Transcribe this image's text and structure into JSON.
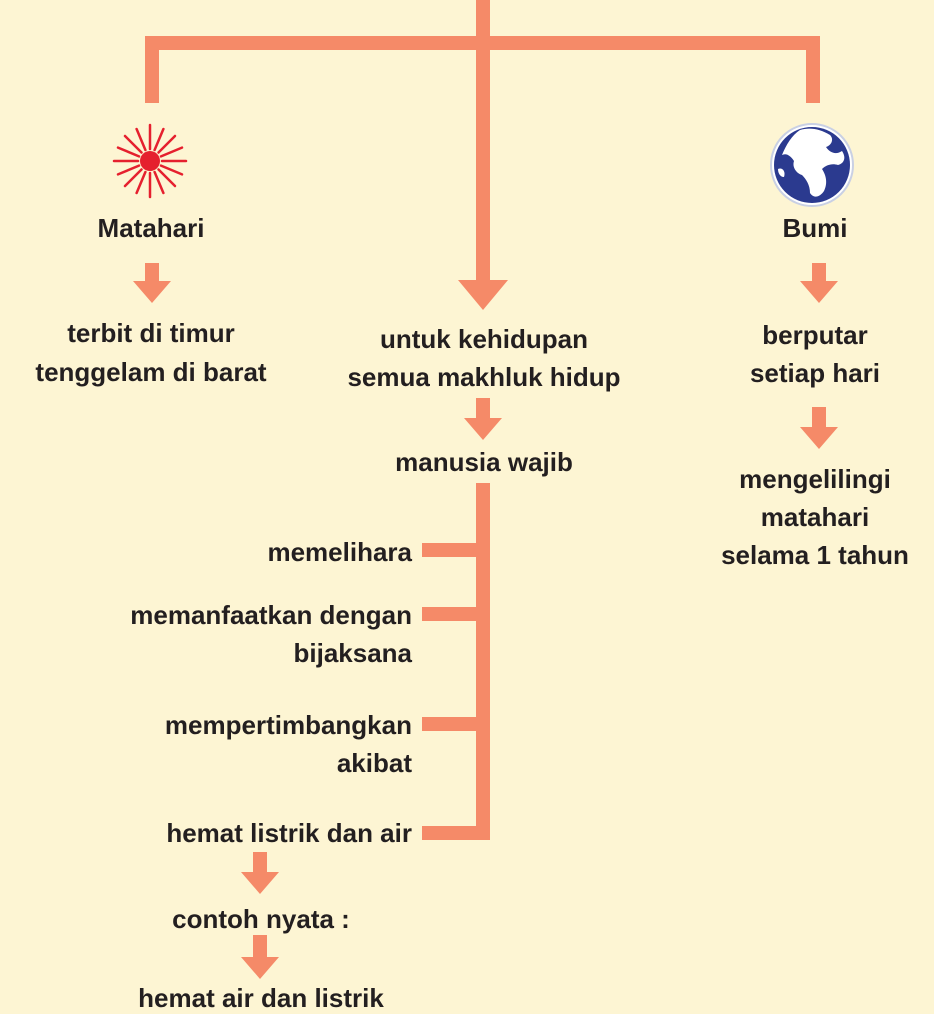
{
  "colors": {
    "background": "#fdf5d3",
    "connector": "#f58a68",
    "text": "#231f20",
    "sun": "#e5202e",
    "earth_ocean": "#2b3a8f",
    "earth_land": "#ffffff"
  },
  "icons": {
    "sun": "sun-icon",
    "earth": "earth-globe-icon"
  },
  "sun_branch": {
    "title": "Matahari",
    "line1": "terbit di timur",
    "line2": "tenggelam di barat"
  },
  "center_branch": {
    "line1": "untuk kehidupan",
    "line2": "semua makhluk hidup",
    "obligation": "manusia wajib",
    "duties": [
      {
        "line1": "memelihara"
      },
      {
        "line1": "memanfaatkan dengan",
        "line2": "bijaksana"
      },
      {
        "line1": "mempertimbangkan",
        "line2": "akibat"
      },
      {
        "line1": "hemat listrik dan air"
      }
    ],
    "example_label": "contoh nyata :",
    "example_value": "hemat air dan listrik"
  },
  "earth_branch": {
    "title": "Bumi",
    "rotation_line1": "berputar",
    "rotation_line2": "setiap hari",
    "revolution_line1": "mengelilingi",
    "revolution_line2": "matahari",
    "revolution_line3": "selama 1 tahun"
  }
}
